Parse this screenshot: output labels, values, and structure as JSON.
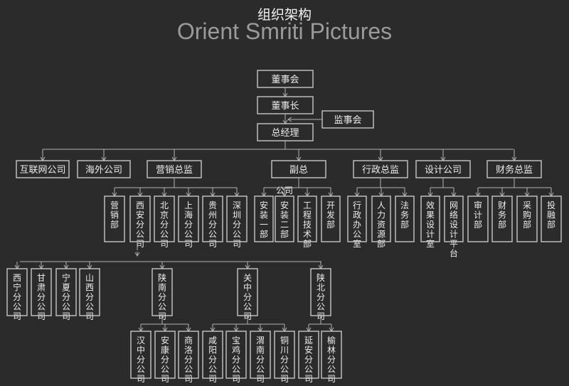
{
  "title": "组织架构",
  "subtitle": "Orient Smriti Pictures",
  "org": {
    "board": "董事会",
    "chairman": "董事长",
    "supervisory": "监事会",
    "gm": "总经理",
    "departments": [
      "互联网公司",
      "海外公司",
      "营销总监",
      "副总",
      "行政总监",
      "设计公司",
      "财务总监"
    ],
    "marketing_units": [
      "营销部",
      "西安分公司",
      "北京分公司",
      "上海分公司",
      "贵州分公司",
      "深圳分公司"
    ],
    "vp_units": [
      "安装一部",
      "安装二部",
      "工程技术部",
      "开发部"
    ],
    "vp_stray_label": "公司",
    "admin_units": [
      "行政办公室",
      "人力资源部",
      "法务部"
    ],
    "design_units": [
      "效果设计室",
      "网络设计平台"
    ],
    "finance_units": [
      "审计部",
      "财务部",
      "采购部",
      "投融部"
    ],
    "branches": [
      "西宁分公司",
      "甘肃分公司",
      "宁夏分公司",
      "山西分公司",
      "陕南分公司",
      "关中分公司",
      "陕北分公司"
    ],
    "shaannan_units": [
      "汉中分公司",
      "安康分公司",
      "商洛分公司"
    ],
    "guanzhong_units": [
      "咸阳分公司",
      "宝鸡分公司",
      "渭南分公司",
      "铜川分公司"
    ],
    "shaanbei_units": [
      "延安分公司",
      "榆林分公司"
    ]
  }
}
